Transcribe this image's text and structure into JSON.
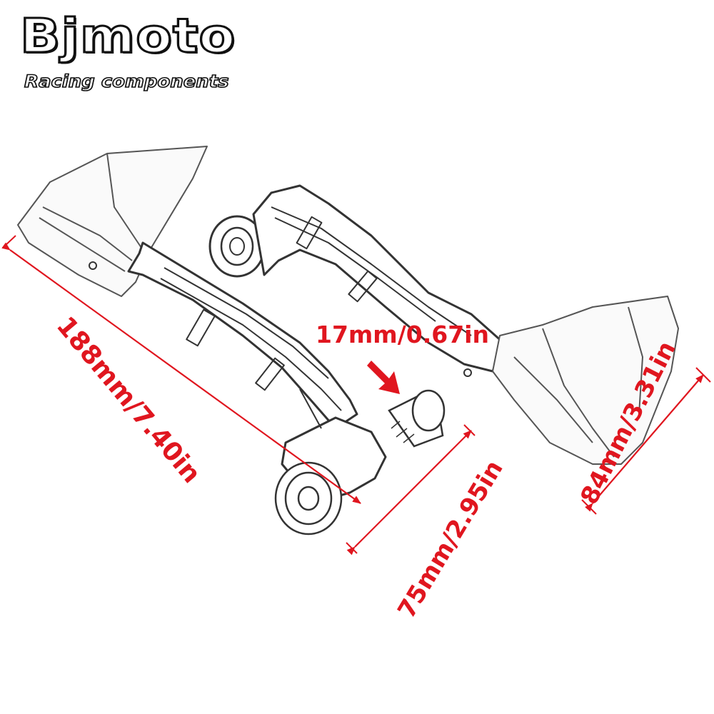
{
  "brand": {
    "name": "Bjmoto",
    "tagline": "Racing components"
  },
  "dimensions": {
    "length": "188mm/7.40in",
    "diameter": "17mm/0.67in",
    "bar_end": "75mm/2.95in",
    "guard_height": "84mm/3.31in"
  },
  "colors": {
    "dimension": "#e0161f",
    "outline": "#111111",
    "background": "#ffffff"
  },
  "icons": {
    "product": "handguard-pair-illustration",
    "pointer": "arrow-down-right-icon"
  }
}
